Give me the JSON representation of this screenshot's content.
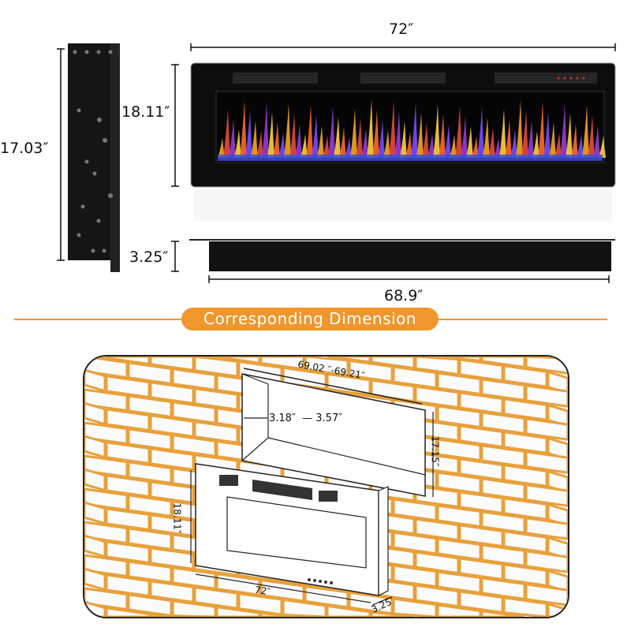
{
  "product_dimensions": {
    "width": "72″",
    "height": "18.11″",
    "side_height": "17.03″",
    "depth": "3.25″",
    "base_width": "68.9″"
  },
  "section_title": "Corresponding Dimension",
  "installation_diagram": {
    "recess_width": "69.02 ″-69.21″",
    "recess_depth": "3.18″  — 3.57″",
    "recess_height": "17.15″",
    "unit_height": "18.11″",
    "unit_width": "72″",
    "unit_depth": "3.25″"
  },
  "colors": {
    "accent": "#f0962e",
    "brick_mortar": "#e8a13c",
    "fireplace_body": "#111111"
  }
}
